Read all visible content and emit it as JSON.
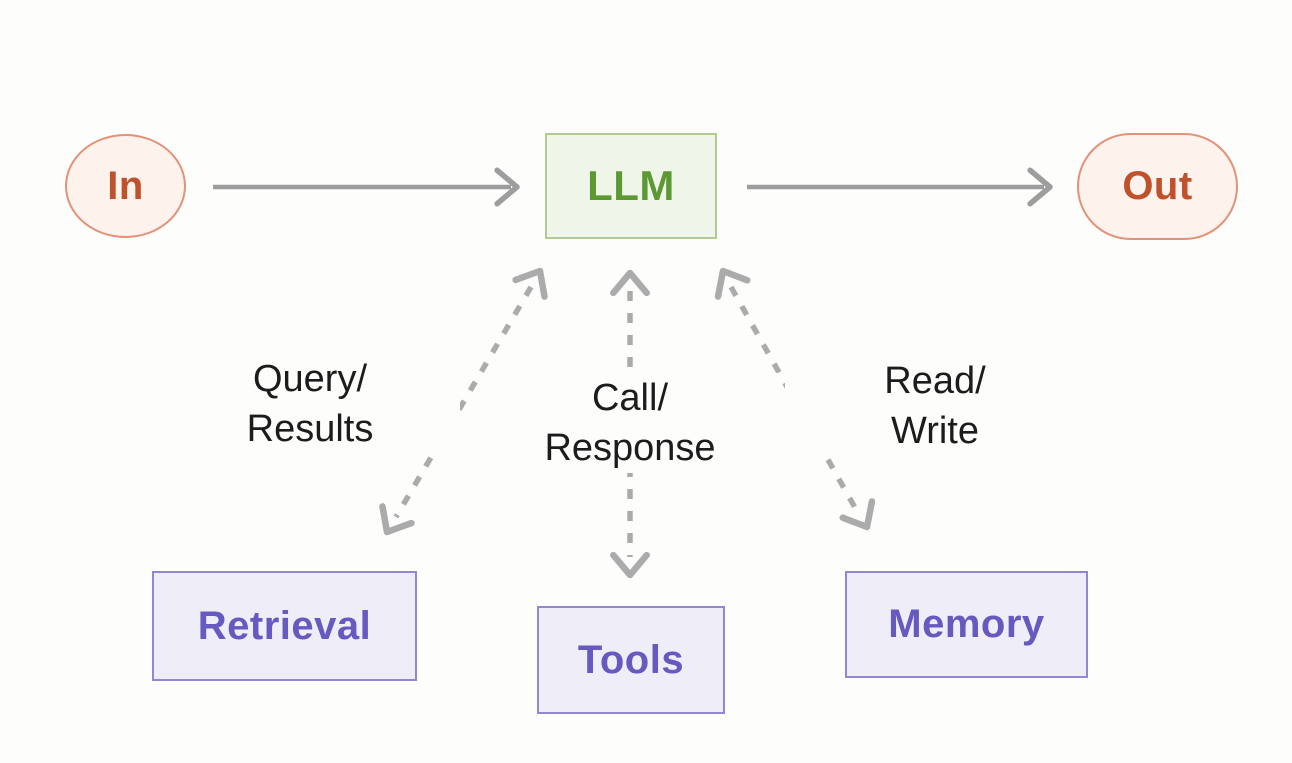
{
  "diagram": {
    "nodes": {
      "in": {
        "label": "In"
      },
      "llm": {
        "label": "LLM"
      },
      "out": {
        "label": "Out"
      },
      "retrieval": {
        "label": "Retrieval"
      },
      "tools": {
        "label": "Tools"
      },
      "memory": {
        "label": "Memory"
      }
    },
    "edge_labels": {
      "query_results": {
        "line1": "Query/",
        "line2": "Results"
      },
      "call_response": {
        "line1": "Call/",
        "line2": "Response"
      },
      "read_write": {
        "line1": "Read/",
        "line2": "Write"
      }
    },
    "colors": {
      "background": "#fdfdfc",
      "in_out_fill": "#fdf2ec",
      "in_out_border": "#e29278",
      "in_out_text": "#c0512d",
      "llm_fill": "#eff5e8",
      "llm_border": "#b0cb92",
      "llm_text": "#5d9933",
      "aug_fill": "#efedf8",
      "aug_border": "#9188cf",
      "aug_text": "#6659bf",
      "solid_arrow": "#9d9d9d",
      "dashed_arrow": "#ababab",
      "label_text": "#1c1c1c"
    }
  }
}
